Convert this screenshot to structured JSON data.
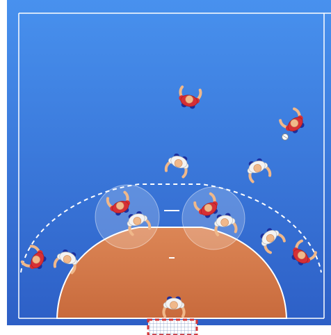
{
  "diagram": {
    "type": "handball-court-half-tactical",
    "colors": {
      "court_top": "#3f8be8",
      "court_bottom": "#2f63c9",
      "lines": "#ffffff",
      "goal_area": "#d9804f",
      "goal_area_dark": "#c86b3d",
      "goal_frame_red": "#d43434",
      "red_team_shirt": "#d62f35",
      "red_team_trim": "#1c2f9e",
      "white_team_shirt": "#f3f3f3",
      "white_team_trim": "#1c2f9e",
      "skin": "#f0b88a"
    },
    "players": [
      {
        "team": "red",
        "role": "left-wing-attacker"
      },
      {
        "team": "white",
        "role": "left-wing-defender"
      },
      {
        "team": "red",
        "role": "left-back-attacker"
      },
      {
        "team": "white",
        "role": "left-back-defender"
      },
      {
        "team": "red",
        "role": "center-back-attacker"
      },
      {
        "team": "red",
        "role": "pivot-attacker"
      },
      {
        "team": "white",
        "role": "pivot-defender"
      },
      {
        "team": "white",
        "role": "right-back-defender"
      },
      {
        "team": "red",
        "role": "right-wing-attacker-with-ball"
      },
      {
        "team": "white",
        "role": "advanced-defender-left"
      },
      {
        "team": "white",
        "role": "advanced-defender-right"
      },
      {
        "team": "red",
        "role": "right-wing-attacker"
      },
      {
        "team": "white",
        "role": "goalkeeper"
      }
    ],
    "highlight_zones": 2,
    "has_ball": true
  }
}
